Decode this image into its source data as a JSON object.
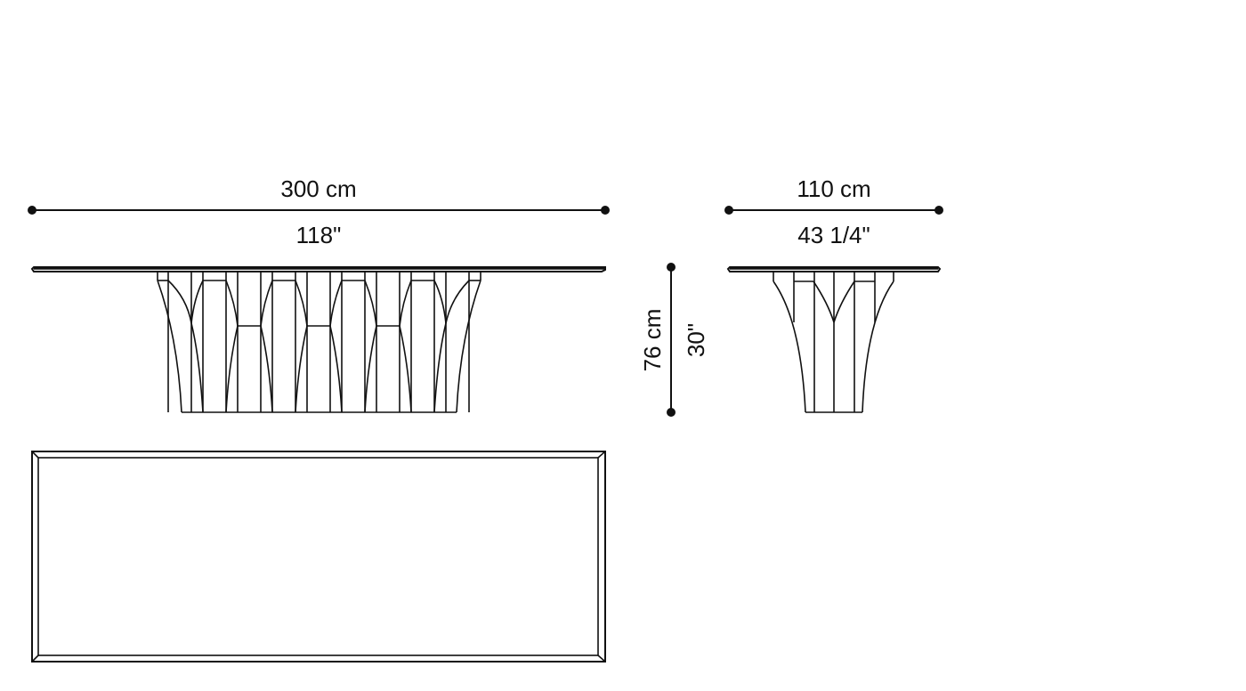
{
  "drawing": {
    "title": "Dining table technical drawing",
    "line_color": "#111111",
    "background": "#ffffff"
  },
  "dimensions": {
    "length": {
      "metric": "300 cm",
      "imperial": "118\""
    },
    "width": {
      "metric": "110 cm",
      "imperial": "43 1/4\""
    },
    "height": {
      "metric": "76 cm",
      "imperial": "30\""
    }
  },
  "views": {
    "front_elevation": "front-view",
    "side_elevation": "side-view",
    "plan_view": "top-view"
  }
}
